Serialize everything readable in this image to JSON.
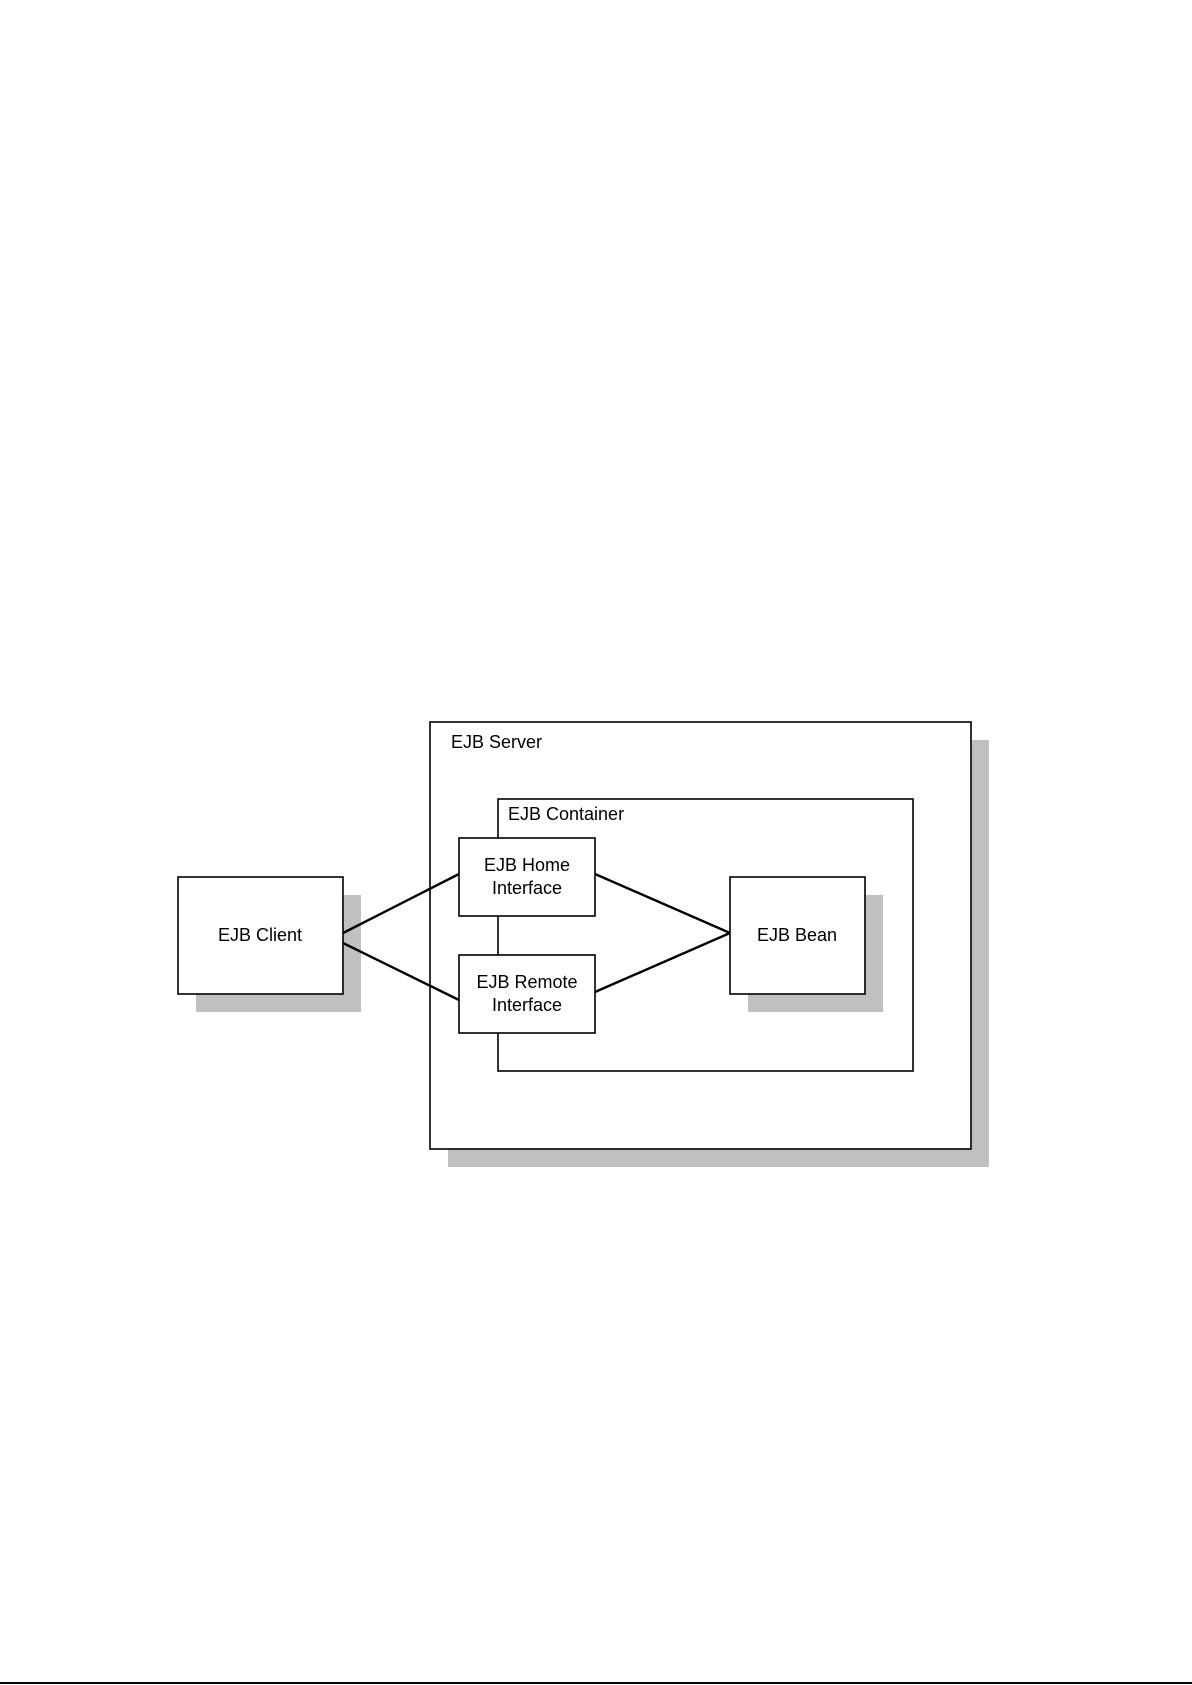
{
  "diagram": {
    "nodes": {
      "server": {
        "label": "EJB Server"
      },
      "container": {
        "label": "EJB Container"
      },
      "client": {
        "label": "EJB Client"
      },
      "home_interface": {
        "label_line1": "EJB Home",
        "label_line2": "Interface"
      },
      "remote_interface": {
        "label_line1": "EJB Remote",
        "label_line2": "Interface"
      },
      "bean": {
        "label": "EJB Bean"
      }
    },
    "edges": [
      {
        "from": "EJB Client",
        "to": "EJB Home Interface"
      },
      {
        "from": "EJB Client",
        "to": "EJB Remote Interface"
      },
      {
        "from": "EJB Home Interface",
        "to": "EJB Bean"
      },
      {
        "from": "EJB Remote Interface",
        "to": "EJB Bean"
      }
    ],
    "colors": {
      "stroke": "#000000",
      "fill": "#ffffff",
      "shadow": "#c0c0c0"
    }
  }
}
